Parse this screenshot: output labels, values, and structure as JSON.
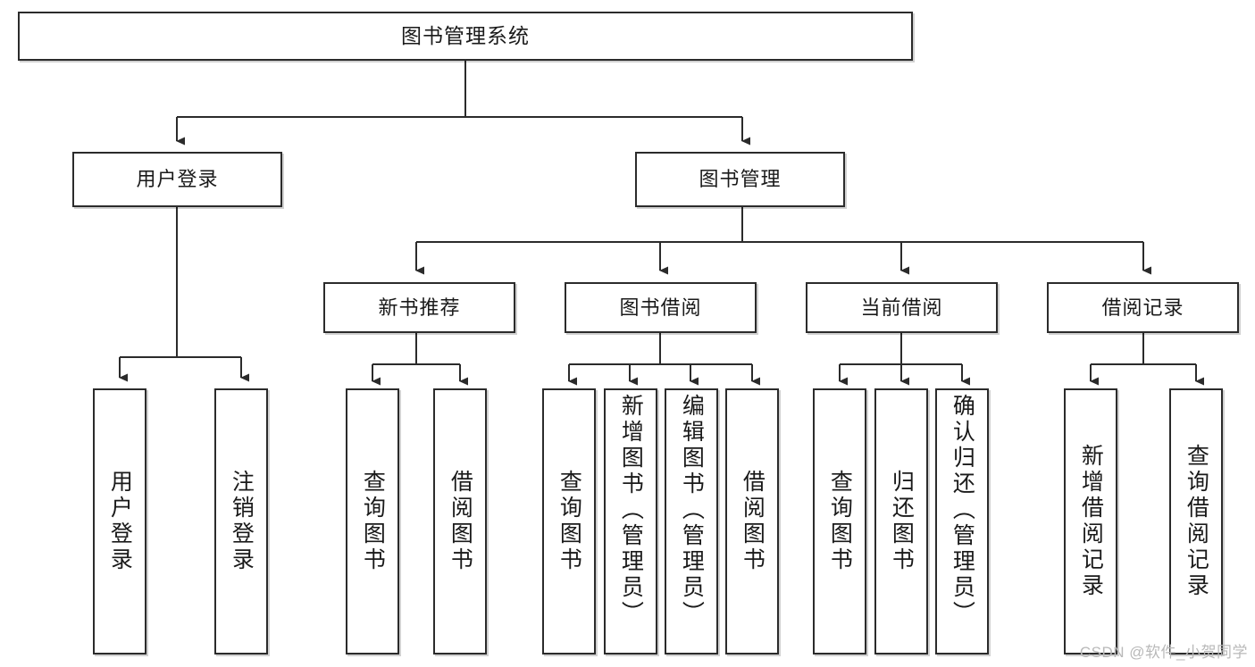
{
  "diagram": {
    "title": "图书管理系统",
    "type": "tree-hierarchy-diagram",
    "orientation": "top-down",
    "colors": {
      "node_border": "#2b2b2b",
      "node_fill": "#ffffff",
      "edge": "#2b2b2b",
      "text": "#1a1a1a",
      "watermark": "#b9b9b9",
      "background": "#ffffff"
    },
    "root": {
      "label": "图书管理系统"
    },
    "level2": [
      {
        "label": "用户登录"
      },
      {
        "label": "图书管理"
      }
    ],
    "level3": [
      {
        "label": "新书推荐"
      },
      {
        "label": "图书借阅"
      },
      {
        "label": "当前借阅"
      },
      {
        "label": "借阅记录"
      }
    ],
    "leaves": {
      "user_login": [
        {
          "label": "用户登录"
        },
        {
          "label": "注销登录"
        }
      ],
      "new_book_recommend": [
        {
          "label": "查询图书"
        },
        {
          "label": "借阅图书"
        }
      ],
      "book_borrow": [
        {
          "label": "查询图书"
        },
        {
          "label": "新增图书（管理员）"
        },
        {
          "label": "编辑图书（管理员）"
        },
        {
          "label": "借阅图书"
        }
      ],
      "current_borrow": [
        {
          "label": "查询图书"
        },
        {
          "label": "归还图书"
        },
        {
          "label": "确认归还（管理员）"
        }
      ],
      "borrow_records": [
        {
          "label": "新增借阅记录"
        },
        {
          "label": "查询借阅记录"
        }
      ]
    }
  },
  "watermark": {
    "text": "CSDN @软件_小贺同学"
  }
}
